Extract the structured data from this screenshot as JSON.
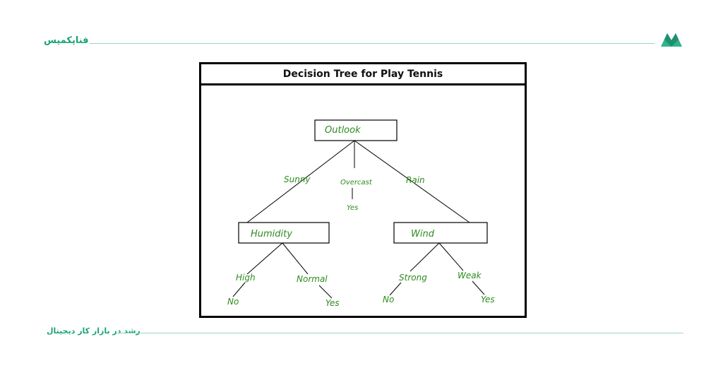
{
  "header": {
    "brand": "فناپکمپس"
  },
  "footer": {
    "tagline": "رشد در بازار کار دیجیتال"
  },
  "colors": {
    "accent": "#1aa37a",
    "label_green": "#2e8b1e",
    "rule": "#9ad6c4"
  },
  "diagram": {
    "title": "Decision Tree for Play Tennis",
    "nodes": {
      "outlook": "Outlook",
      "humidity": "Humidity",
      "wind": "Wind"
    },
    "edges": {
      "sunny": "Sunny",
      "overcast": "Overcast",
      "rain": "Rain",
      "high": "High",
      "normal": "Normal",
      "strong": "Strong",
      "weak": "Weak"
    },
    "leaves": {
      "overcast_yes": "Yes",
      "high_no": "No",
      "normal_yes": "Yes",
      "strong_no": "No",
      "weak_yes": "Yes"
    }
  }
}
